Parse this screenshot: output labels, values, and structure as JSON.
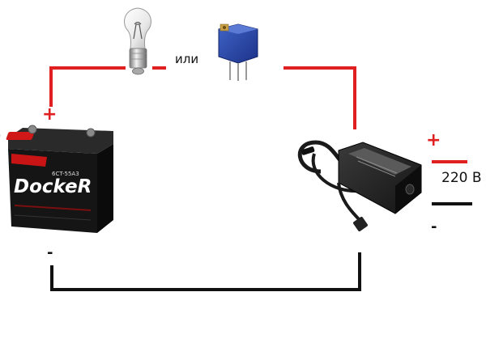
{
  "labels": {
    "or": "или",
    "battery_plus": "+",
    "battery_minus": "-",
    "mains_plus": "+",
    "mains_minus": "-",
    "mains_voltage": "220 В",
    "battery_brand": "DockeR",
    "battery_sticker": "6CT-55A3"
  },
  "colors": {
    "positive_wire": "#e02020",
    "negative_wire": "#111111"
  },
  "icons": {
    "lamp": "light-bulb-icon",
    "resistor": "trimmer-resistor-icon",
    "battery": "car-battery-icon",
    "adapter": "power-adapter-icon"
  }
}
